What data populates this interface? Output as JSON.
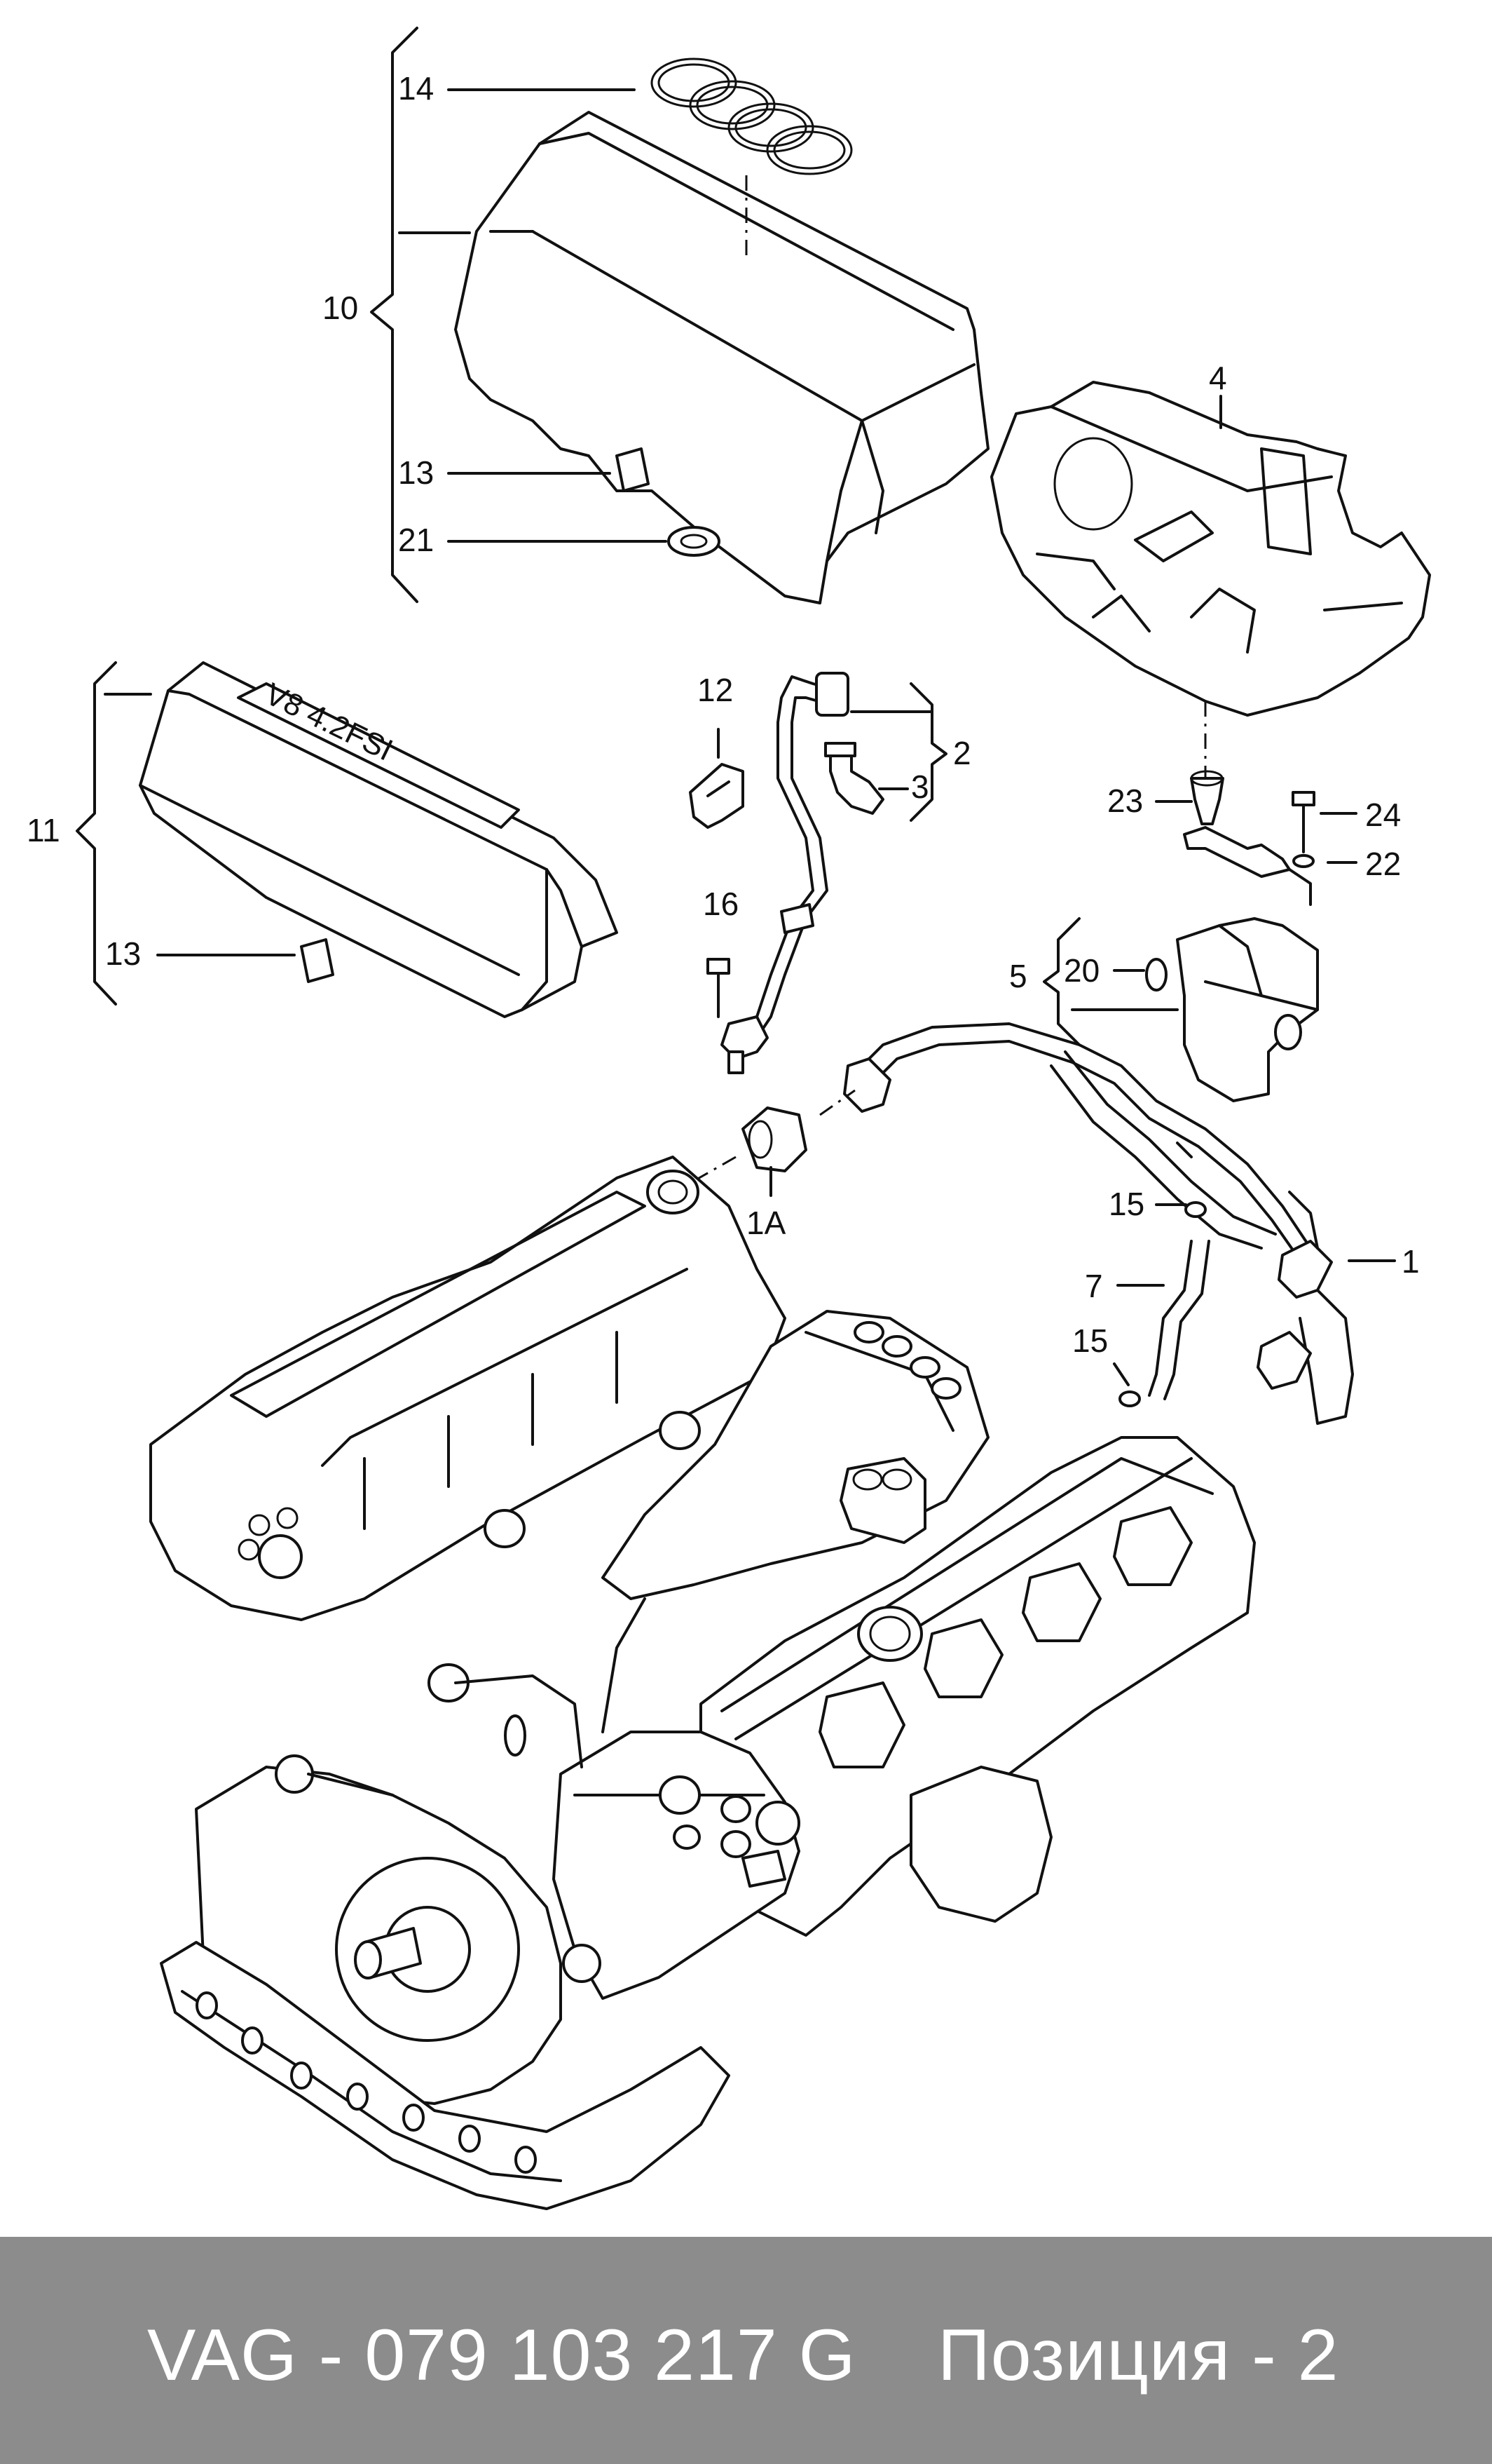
{
  "callouts": {
    "c14": "14",
    "c10": "10",
    "c13a": "13",
    "c21": "21",
    "c4": "4",
    "c12": "12",
    "c2": "2",
    "c3": "3",
    "c11": "11",
    "c16": "16",
    "c13b": "13",
    "c23": "23",
    "c24": "24",
    "c22": "22",
    "c5": "5",
    "c20": "20",
    "c1A": "1A",
    "c15a": "15",
    "c1": "1",
    "c7": "7",
    "c15b": "15"
  },
  "cover_badge": "V8 4.2FSI",
  "footer": {
    "part_number": "VAG - 079 103 217 G",
    "position": "Позиция - 2"
  },
  "colors": {
    "footer_bg": "#8c8c8c",
    "footer_text": "#ffffff",
    "line": "#111111"
  }
}
